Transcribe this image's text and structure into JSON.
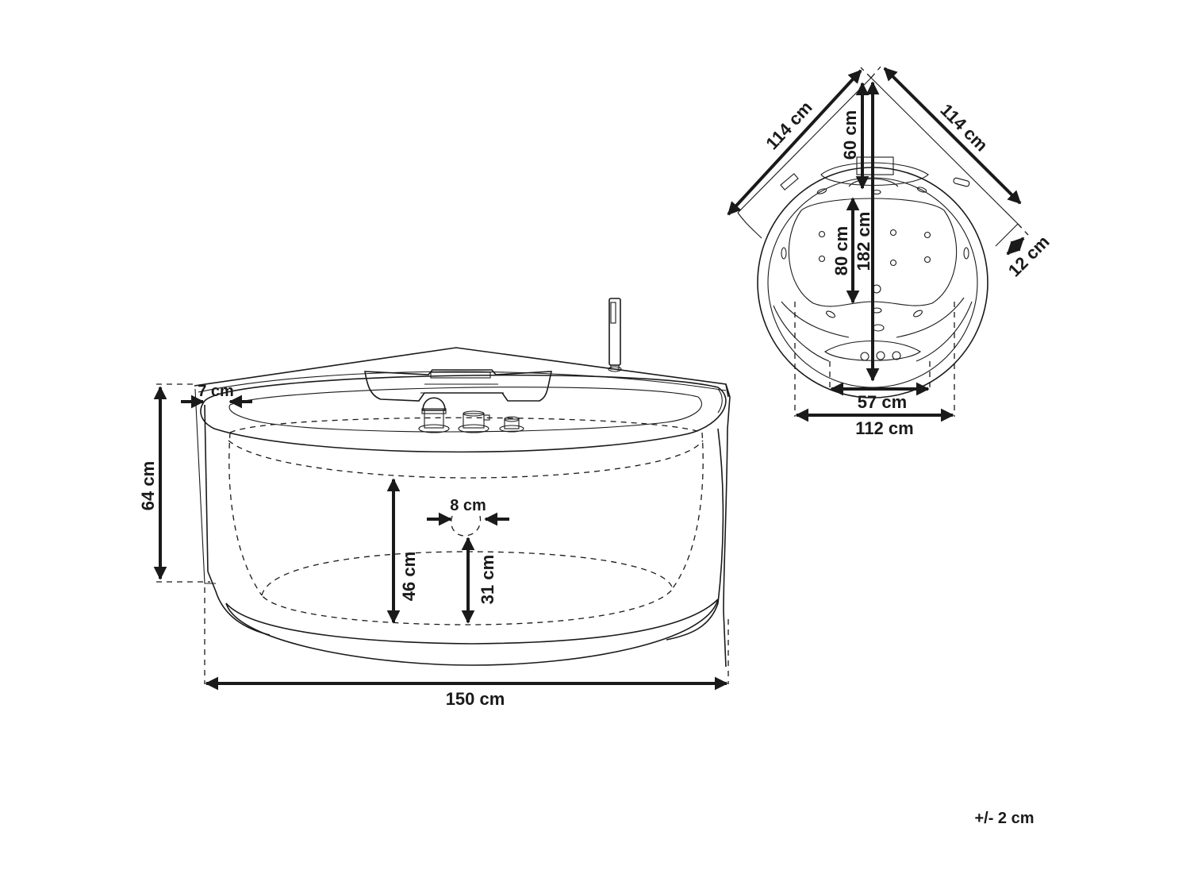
{
  "diagram": {
    "subject": "Corner whirlpool bathtub dimension drawing",
    "views": [
      "front-view",
      "top-view"
    ]
  },
  "front_view": {
    "dimensions": {
      "width": "150 cm",
      "height": "64 cm",
      "rim_width": "7 cm",
      "inner_depth": "46 cm",
      "drain_diameter": "8 cm",
      "drain_height": "31 cm"
    }
  },
  "top_view": {
    "dimensions": {
      "side_left": "114 cm",
      "side_right": "114 cm",
      "headrest_depth": "60 cm",
      "total_diagonal": "182 cm",
      "seat_length": "80 cm",
      "corner_offset": "12 cm",
      "front_panel_width": "57 cm",
      "overall_width": "112 cm"
    }
  },
  "footer": {
    "tolerance": "+/- 2 cm"
  }
}
